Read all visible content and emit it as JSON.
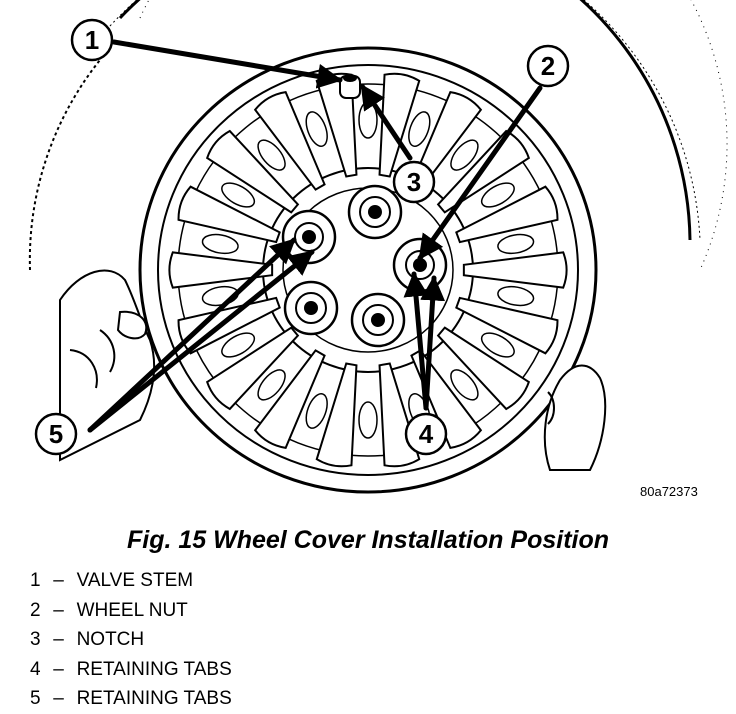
{
  "figure": {
    "code": "80a72373",
    "callouts": [
      "1",
      "2",
      "3",
      "4",
      "5"
    ]
  },
  "caption": "Fig. 15 Wheel Cover Installation Position",
  "legend": [
    {
      "num": "1",
      "label": "VALVE STEM"
    },
    {
      "num": "2",
      "label": "WHEEL NUT"
    },
    {
      "num": "3",
      "label": "NOTCH"
    },
    {
      "num": "4",
      "label": "RETAINING TABS"
    },
    {
      "num": "5",
      "label": "RETAINING TABS"
    }
  ]
}
